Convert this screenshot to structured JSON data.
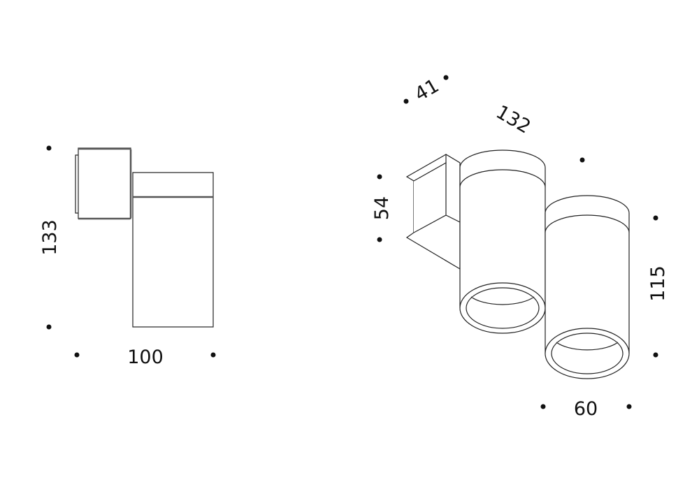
{
  "side_view": {
    "height_label": "133",
    "width_label": "100"
  },
  "iso_view": {
    "depth_label": "41",
    "length_label": "132",
    "bracket_height_label": "54",
    "height_label": "115",
    "diameter_label": "60"
  },
  "colors": {
    "line": "#222222",
    "dot": "#111111"
  }
}
